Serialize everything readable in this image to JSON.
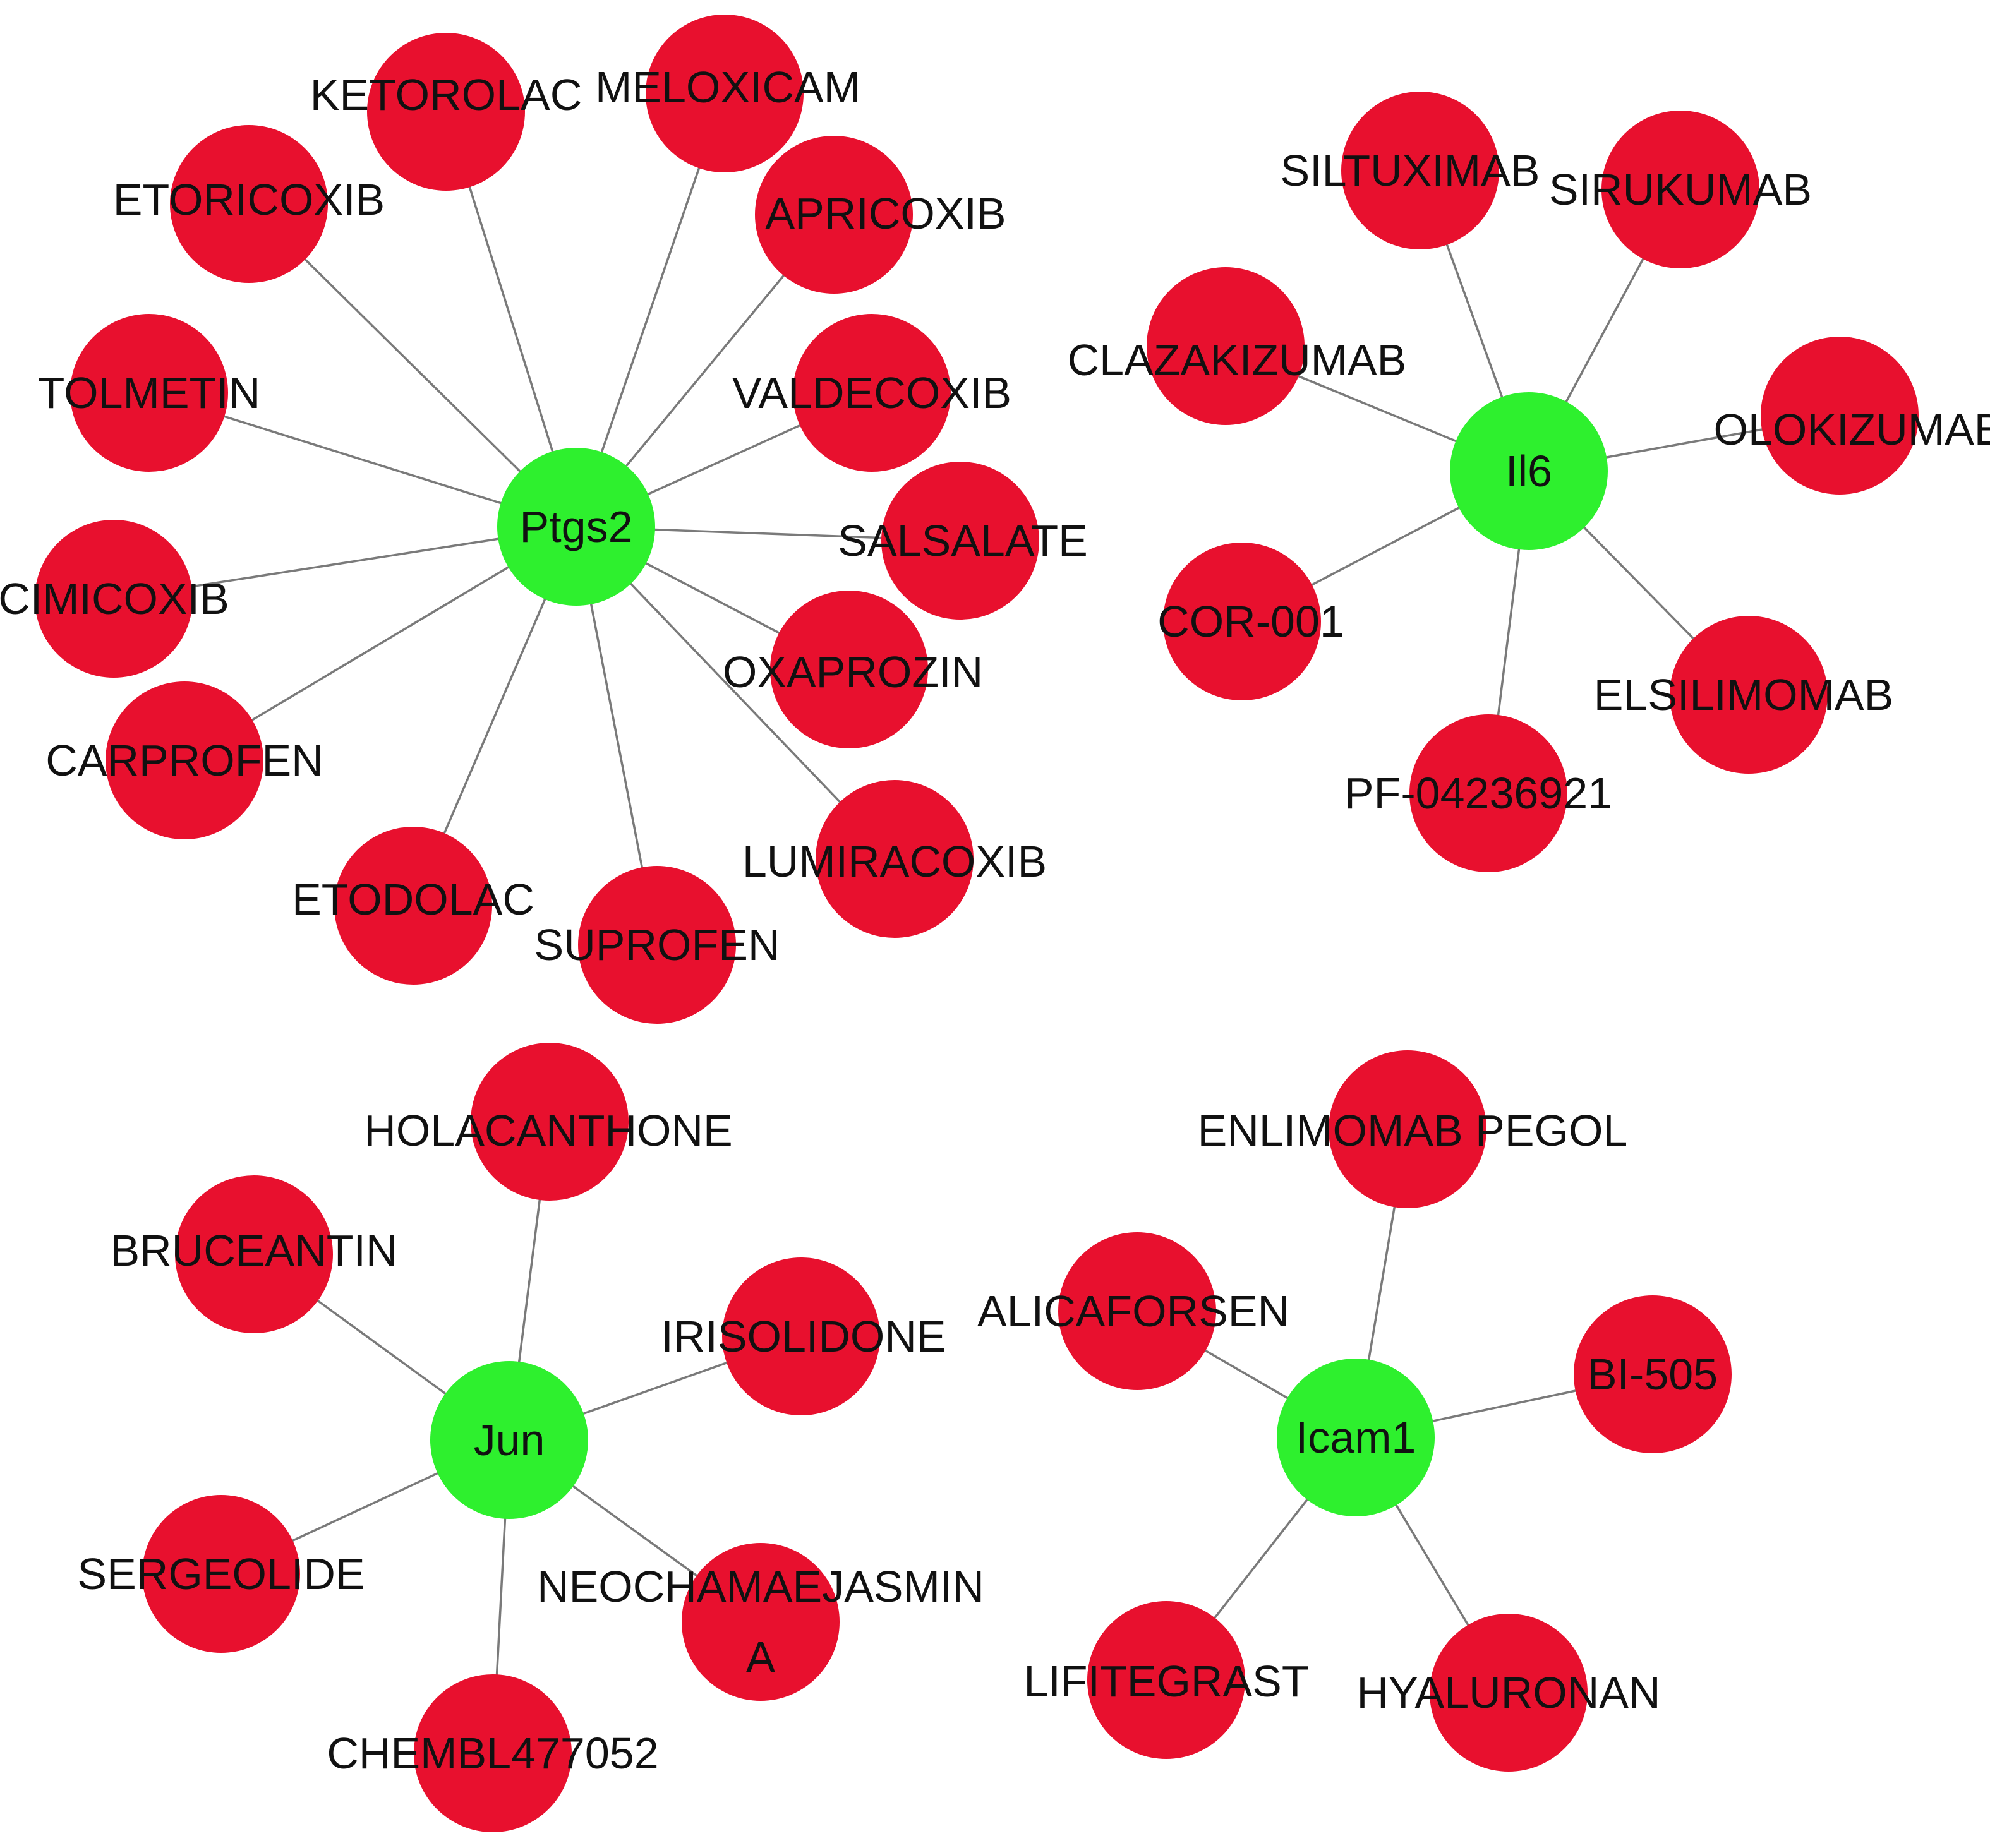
{
  "colors": {
    "drug_node": "#e8102e",
    "target_node": "#2ef02e",
    "edge": "#7a7a7a",
    "label": "#111111"
  },
  "networks": [
    {
      "target": "Ptgs2",
      "drugs": [
        "KETOROLAC",
        "MELOXICAM",
        "ETORICOXIB",
        "APRICOXIB",
        "VALDECOXIB",
        "TOLMETIN",
        "SALSALATE",
        "CIMICOXIB",
        "OXAPROZIN",
        "CARPROFEN",
        "LUMIRACOXIB",
        "ETODOLAC",
        "SUPROFEN"
      ]
    },
    {
      "target": "Il6",
      "drugs": [
        "SILTUXIMAB",
        "SIRUKUMAB",
        "CLAZAKIZUMAB",
        "OLOKIZUMAB",
        "COR-001",
        "ELSILIMOMAB",
        "PF-04236921"
      ]
    },
    {
      "target": "Jun",
      "drugs": [
        "HOLACANTHONE",
        "BRUCEANTIN",
        "IRISOLIDONE",
        "SERGEOLIDE",
        "NEOCHAMAEJASMIN A",
        "CHEMBL477052"
      ]
    },
    {
      "target": "Icam1",
      "drugs": [
        "ENLIMOMAB PEGOL",
        "ALICAFORSEN",
        "BI-505",
        "LIFITEGRAST",
        "HYALURONAN"
      ]
    }
  ]
}
